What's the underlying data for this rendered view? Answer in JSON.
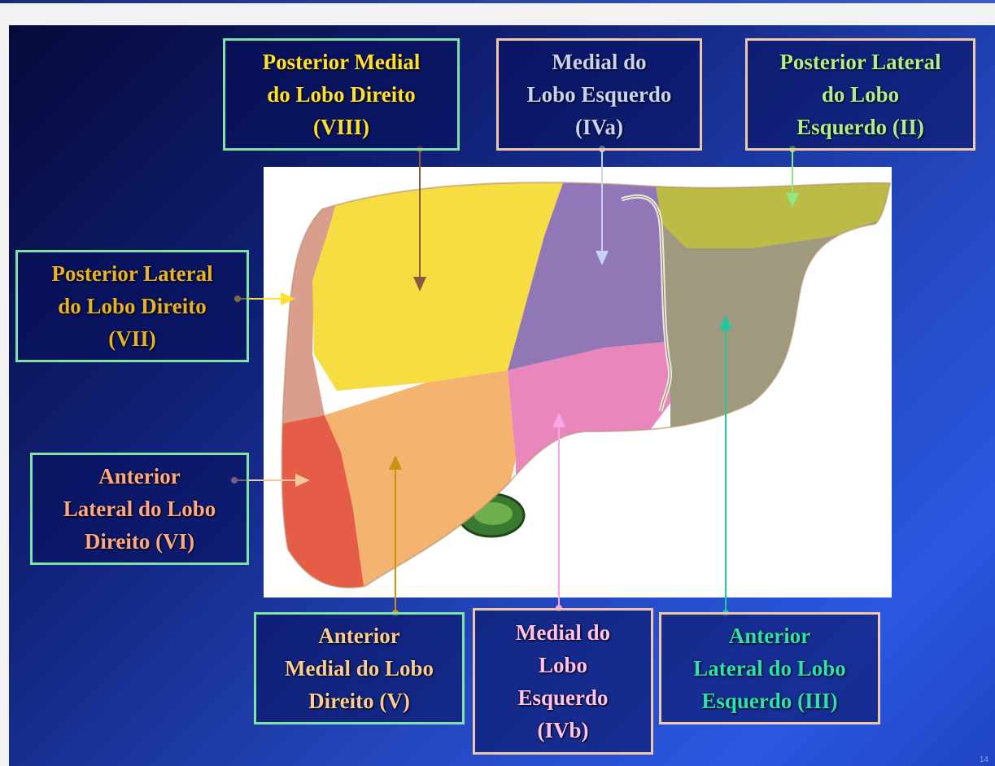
{
  "colors": {
    "slide_top": "#06093a",
    "slide_bottom": "#2a58e0",
    "border_green": "#7ee3a4",
    "border_peach": "#f0c8a8",
    "text_yellow": "#ffe030",
    "text_lavender": "#c8d2f6",
    "text_lightgreen": "#b0ec90",
    "text_gold": "#e8b228",
    "text_salmon": "#ffa888",
    "text_peach": "#f8cc98",
    "text_pink": "#ffc0ea",
    "text_teal": "#2ee0b0"
  },
  "labels": {
    "viii": "Posterior Medial\ndo Lobo Direito\n(VIII)",
    "iva": "Medial do\nLobo Esquerdo\n(IVa)",
    "ii": "Posterior Lateral\ndo Lobo\nEsquerdo (II)",
    "vii": "Posterior Lateral\ndo Lobo Direito\n(VII)",
    "vi": "Anterior\nLateral do Lobo\nDireito (VI)",
    "v": "Anterior\nMedial do Lobo\nDireito (V)",
    "ivb": "Medial do\nLobo\nEsquerdo\n(IVb)",
    "iii": "Anterior\nLateral do Lobo\nEsquerdo (III)"
  },
  "segment_colors": {
    "viii": "#f6dc38",
    "iva": "#8c70b4",
    "ii": "#b8b83c",
    "vii": "#d89a86",
    "vi": "#e4543e",
    "v": "#f4b068",
    "ivb": "#e880b8",
    "iii": "#9a9478",
    "gallbladder": "#3a7a30"
  },
  "page_number": "14"
}
